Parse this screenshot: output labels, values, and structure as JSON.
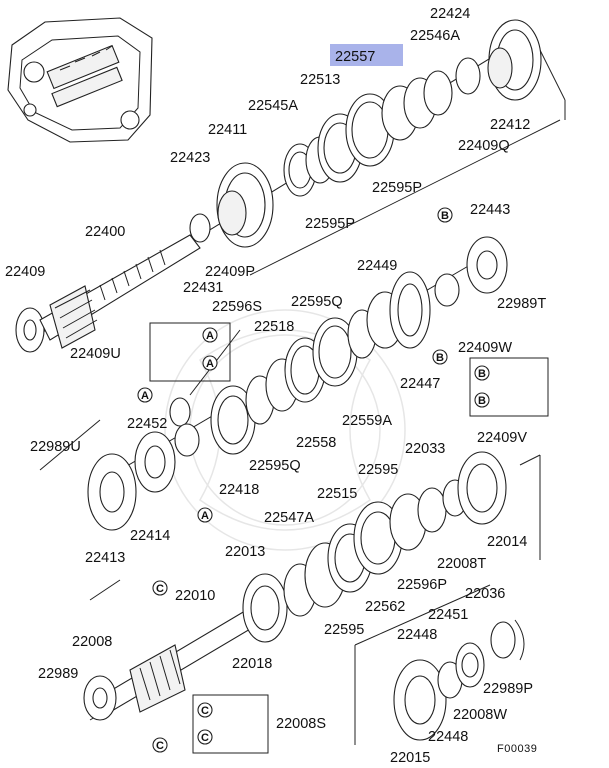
{
  "diagram_code": "F00039",
  "highlighted_part": "22557",
  "check_marks": [
    "A",
    "B",
    "C"
  ],
  "parts": [
    {
      "id": "p22424",
      "num": "22424"
    },
    {
      "id": "p22557",
      "num": "22557"
    },
    {
      "id": "p22546A",
      "num": "22546A"
    },
    {
      "id": "p22513",
      "num": "22513"
    },
    {
      "id": "p22545A",
      "num": "22545A"
    },
    {
      "id": "p22412",
      "num": "22412"
    },
    {
      "id": "p22411",
      "num": "22411"
    },
    {
      "id": "p22409Q",
      "num": "22409Q"
    },
    {
      "id": "p22423",
      "num": "22423"
    },
    {
      "id": "p22595P_a",
      "num": "22595P"
    },
    {
      "id": "p22595P_b",
      "num": "22595P"
    },
    {
      "id": "p22400",
      "num": "22400"
    },
    {
      "id": "p22443",
      "num": "22443"
    },
    {
      "id": "p22409P",
      "num": "22409P"
    },
    {
      "id": "p22409",
      "num": "22409"
    },
    {
      "id": "p22431",
      "num": "22431"
    },
    {
      "id": "p22449",
      "num": "22449"
    },
    {
      "id": "p22596S",
      "num": "22596S"
    },
    {
      "id": "p22595Q_a",
      "num": "22595Q"
    },
    {
      "id": "p22989T",
      "num": "22989T"
    },
    {
      "id": "p22518",
      "num": "22518"
    },
    {
      "id": "p22409U",
      "num": "22409U"
    },
    {
      "id": "p22409W",
      "num": "22409W"
    },
    {
      "id": "p22447",
      "num": "22447"
    },
    {
      "id": "p22559A",
      "num": "22559A"
    },
    {
      "id": "p22452",
      "num": "22452"
    },
    {
      "id": "p22558",
      "num": "22558"
    },
    {
      "id": "p22409V",
      "num": "22409V"
    },
    {
      "id": "p22989U",
      "num": "22989U"
    },
    {
      "id": "p22595Q_b",
      "num": "22595Q"
    },
    {
      "id": "p22033",
      "num": "22033"
    },
    {
      "id": "p22595_a",
      "num": "22595"
    },
    {
      "id": "p22418",
      "num": "22418"
    },
    {
      "id": "p22515",
      "num": "22515"
    },
    {
      "id": "p22414",
      "num": "22414"
    },
    {
      "id": "p22547A",
      "num": "22547A"
    },
    {
      "id": "p22014",
      "num": "22014"
    },
    {
      "id": "p22413",
      "num": "22413"
    },
    {
      "id": "p22013",
      "num": "22013"
    },
    {
      "id": "p22008T",
      "num": "22008T"
    },
    {
      "id": "p22596P",
      "num": "22596P"
    },
    {
      "id": "p22010",
      "num": "22010"
    },
    {
      "id": "p22562",
      "num": "22562"
    },
    {
      "id": "p22036",
      "num": "22036"
    },
    {
      "id": "p22595_b",
      "num": "22595"
    },
    {
      "id": "p22451",
      "num": "22451"
    },
    {
      "id": "p22008",
      "num": "22008"
    },
    {
      "id": "p22448_a",
      "num": "22448"
    },
    {
      "id": "p22018",
      "num": "22018"
    },
    {
      "id": "p22989",
      "num": "22989"
    },
    {
      "id": "p22989P",
      "num": "22989P"
    },
    {
      "id": "p22008W",
      "num": "22008W"
    },
    {
      "id": "p22008S",
      "num": "22008S"
    },
    {
      "id": "p22448_b",
      "num": "22448"
    },
    {
      "id": "p22015",
      "num": "22015"
    }
  ]
}
